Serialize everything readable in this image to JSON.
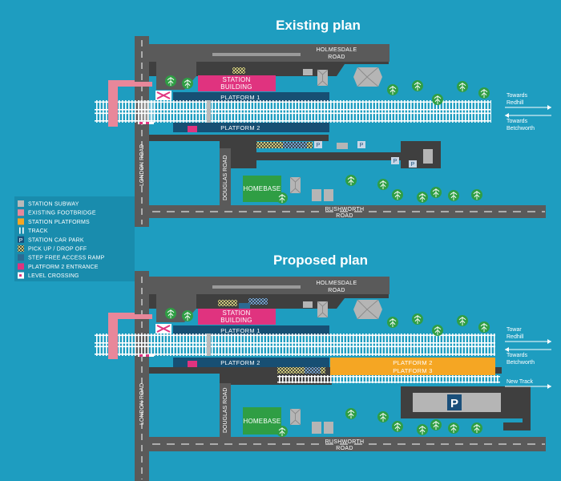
{
  "existing": {
    "title": "Existing plan",
    "holmesdale_1": "HOLMESDALE",
    "holmesdale_2": "ROAD",
    "station_1": "STATION",
    "station_2": "BUILDING",
    "platform1": "PLATFORM 1",
    "platform2": "PLATFORM 2",
    "london_road": "LONDON ROAD",
    "douglas_road": "DOUGLAS ROAD",
    "homebase": "HOMEBASE",
    "rushworth_1": "RUSHWORTH",
    "rushworth_2": "ROAD",
    "towards": "Towards",
    "redhill": "Redhill",
    "betchworth": "Betchworth",
    "parking": "P"
  },
  "proposed": {
    "title": "Proposed plan",
    "holmesdale_1": "HOLMESDALE",
    "holmesdale_2": "ROAD",
    "station_1": "STATION",
    "station_2": "BUILDING",
    "platform1": "PLATFORM 1",
    "platform2": "PLATFORM 2",
    "new_platform_1": "PLATFORM 2",
    "new_platform_2": "PLATFORM 3",
    "london_road": "LONDON ROAD",
    "douglas_road": "DOUGLAS ROAD",
    "homebase": "HOMEBASE",
    "rushworth_1": "RUSHWORTH",
    "rushworth_2": "ROAD",
    "towar": "Towar",
    "towards": "Towards",
    "redhill": "Redhill",
    "betchworth": "Betchworth",
    "new_track": "New Track",
    "parking": "P"
  },
  "legend": [
    {
      "label": "STATION SUBWAY",
      "color": "#b9b9b9",
      "kind": "box"
    },
    {
      "label": "EXISTING FOOTBRIDGE",
      "color": "#e8879a",
      "kind": "box"
    },
    {
      "label": "STATION PLATFORMS",
      "color": "#f5a623",
      "kind": "box"
    },
    {
      "label": "TRACK",
      "color": "#ffffff",
      "kind": "track"
    },
    {
      "label": "STATION CAR PARK",
      "color": "#1a4f7a",
      "kind": "parking"
    },
    {
      "label": "PICK UP / DROP OFF",
      "color": "#e5e08a",
      "kind": "hatch"
    },
    {
      "label": "STEP FREE ACCESS RAMP",
      "color": "#2c6a92",
      "kind": "box"
    },
    {
      "label": "PLATFORM 2 ENTRANCE",
      "color": "#e0337f",
      "kind": "box"
    },
    {
      "label": "LEVEL CROSSING",
      "color": "#ffffff",
      "kind": "crossing"
    }
  ],
  "colors": {
    "background": "#1e9dc0",
    "road": "#5a5a5a",
    "land": "#3f3f3f",
    "platform": "#174f73",
    "station_building": "#e0337f",
    "footbridge": "#e8879a",
    "new_platform": "#f5a623",
    "homebase": "#2f9e44",
    "subway": "#b9b9b9"
  }
}
